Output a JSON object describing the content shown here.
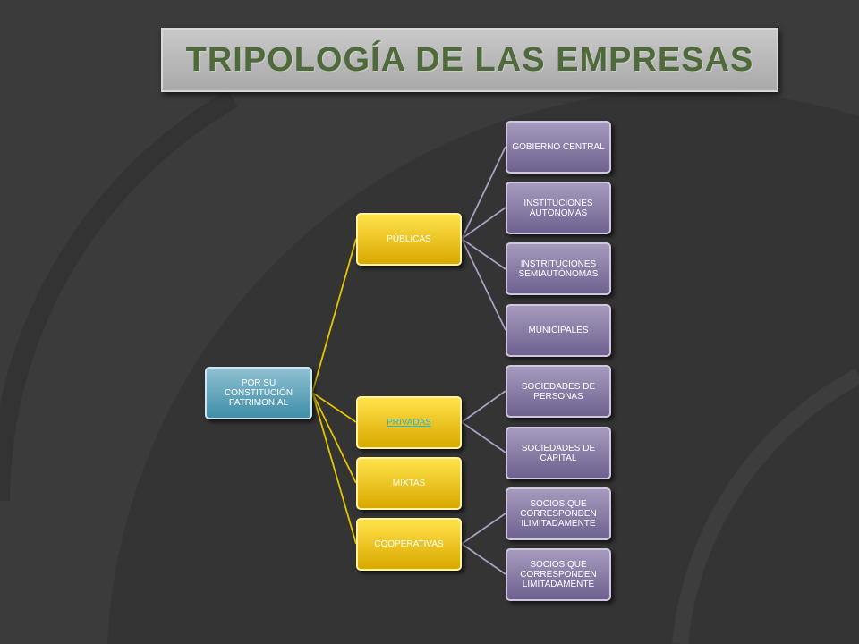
{
  "title": "TRIPOLOGÍA DE LAS EMPRESAS",
  "colors": {
    "background": "#3b3b3b",
    "title_text": "#4e6a3a",
    "root_node": "#5fa3bb",
    "level1_node": "#f2c200",
    "level2_node": "#8a7ea6",
    "level1_connector": "#e3c400",
    "level2_connector": "#a7a0c0"
  },
  "root": {
    "label": "POR SU CONSTITUCIÓN PATRIMONIAL"
  },
  "categories": {
    "publicas": {
      "label": "PÚBLICAS",
      "children": [
        "GOBIERNO CENTRAL",
        "INSTITUCIONES AUTÓNOMAS",
        "INSTRITUCIONES SEMIAUTÓNOMAS",
        "MUNICIPALES"
      ]
    },
    "privadas": {
      "label": "PRIVADAS",
      "children": [
        "SOCIEDADES DE PERSONAS",
        "SOCIEDADES DE CAPITAL"
      ]
    },
    "mixtas": {
      "label": "MIXTAS"
    },
    "cooperativas": {
      "label": "COOPERATIVAS",
      "children": [
        "SOCIOS QUE CORRESPONDEN ILIMITADAMENTE",
        "SOCIOS QUE CORRESPONDEN LIMITADAMENTE"
      ]
    }
  }
}
